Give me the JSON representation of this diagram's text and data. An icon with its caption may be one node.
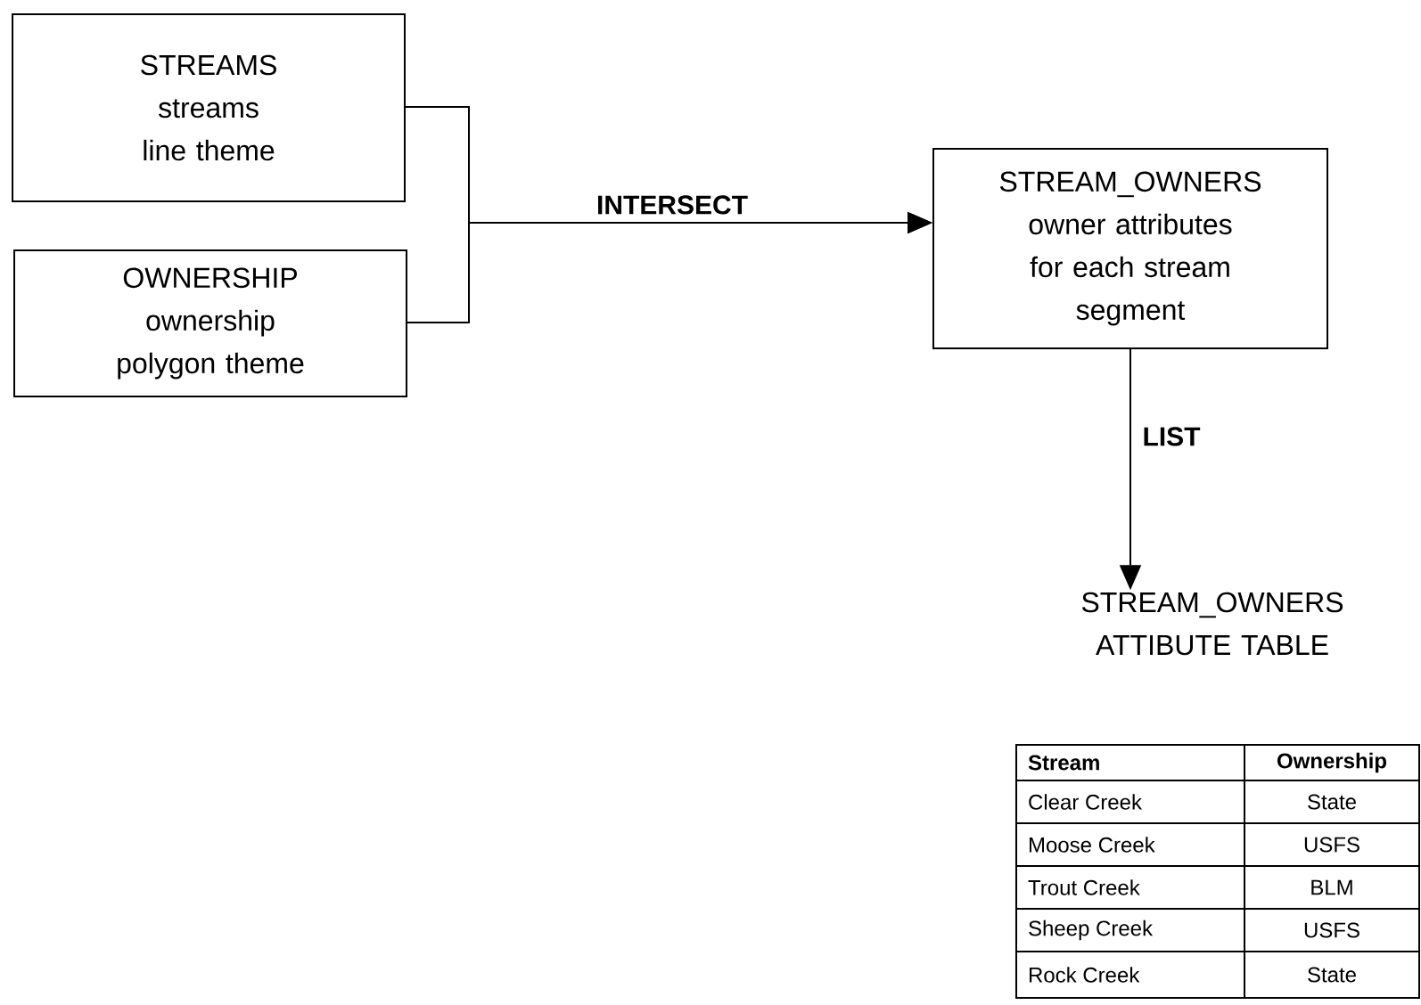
{
  "diagram": {
    "nodes": [
      {
        "text": [
          "STREAMS streams line theme"
        ]
      },
      {
        "text": [
          "OWNERSHIP ownership polygon theme"
        ]
      },
      {
        "text": [
          "STREAM_OWNERS owner attributes for each stream segment"
        ]
      },
      {
        "text": [
          "STREAM_OWNERS ATTIBUTE TABLE"
        ]
      }
    ],
    "edges": [
      {
        "from": 0,
        "to": 2,
        "arrow": "to",
        "label": "INTERSECT"
      },
      {
        "from": 1,
        "to": 2,
        "arrow": "to"
      },
      {
        "from": 2,
        "to": 3,
        "arrow": "to",
        "label": "LIST"
      }
    ],
    "labels": [
      "Stream",
      "Ownership",
      "Clear Creek",
      "State",
      "Moose Creek",
      "USFS",
      "Trout  Creek",
      "BLM",
      "Sheep Creek",
      "USFS",
      "Rock Creek",
      "State"
    ]
  }
}
